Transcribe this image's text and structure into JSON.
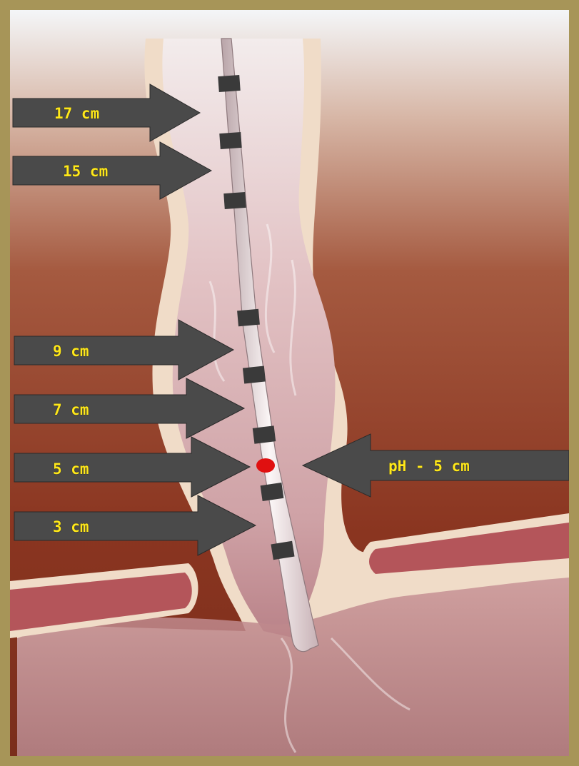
{
  "colors": {
    "frame": "#a79558",
    "tissue": "#8c3a24",
    "arrow": "#4a4a4a",
    "label_text": "#ffe81a",
    "ph_dot": "#e01010"
  },
  "arrows": [
    {
      "label": "17 cm",
      "direction": "right"
    },
    {
      "label": "15 cm",
      "direction": "right"
    },
    {
      "label": "9 cm",
      "direction": "right"
    },
    {
      "label": "7 cm",
      "direction": "right"
    },
    {
      "label": "5 cm",
      "direction": "right"
    },
    {
      "label": "3 cm",
      "direction": "right"
    },
    {
      "label": "pH - 5 cm",
      "direction": "left"
    }
  ],
  "icons": [
    "catheter-icon",
    "ph-sensor-dot-icon"
  ]
}
